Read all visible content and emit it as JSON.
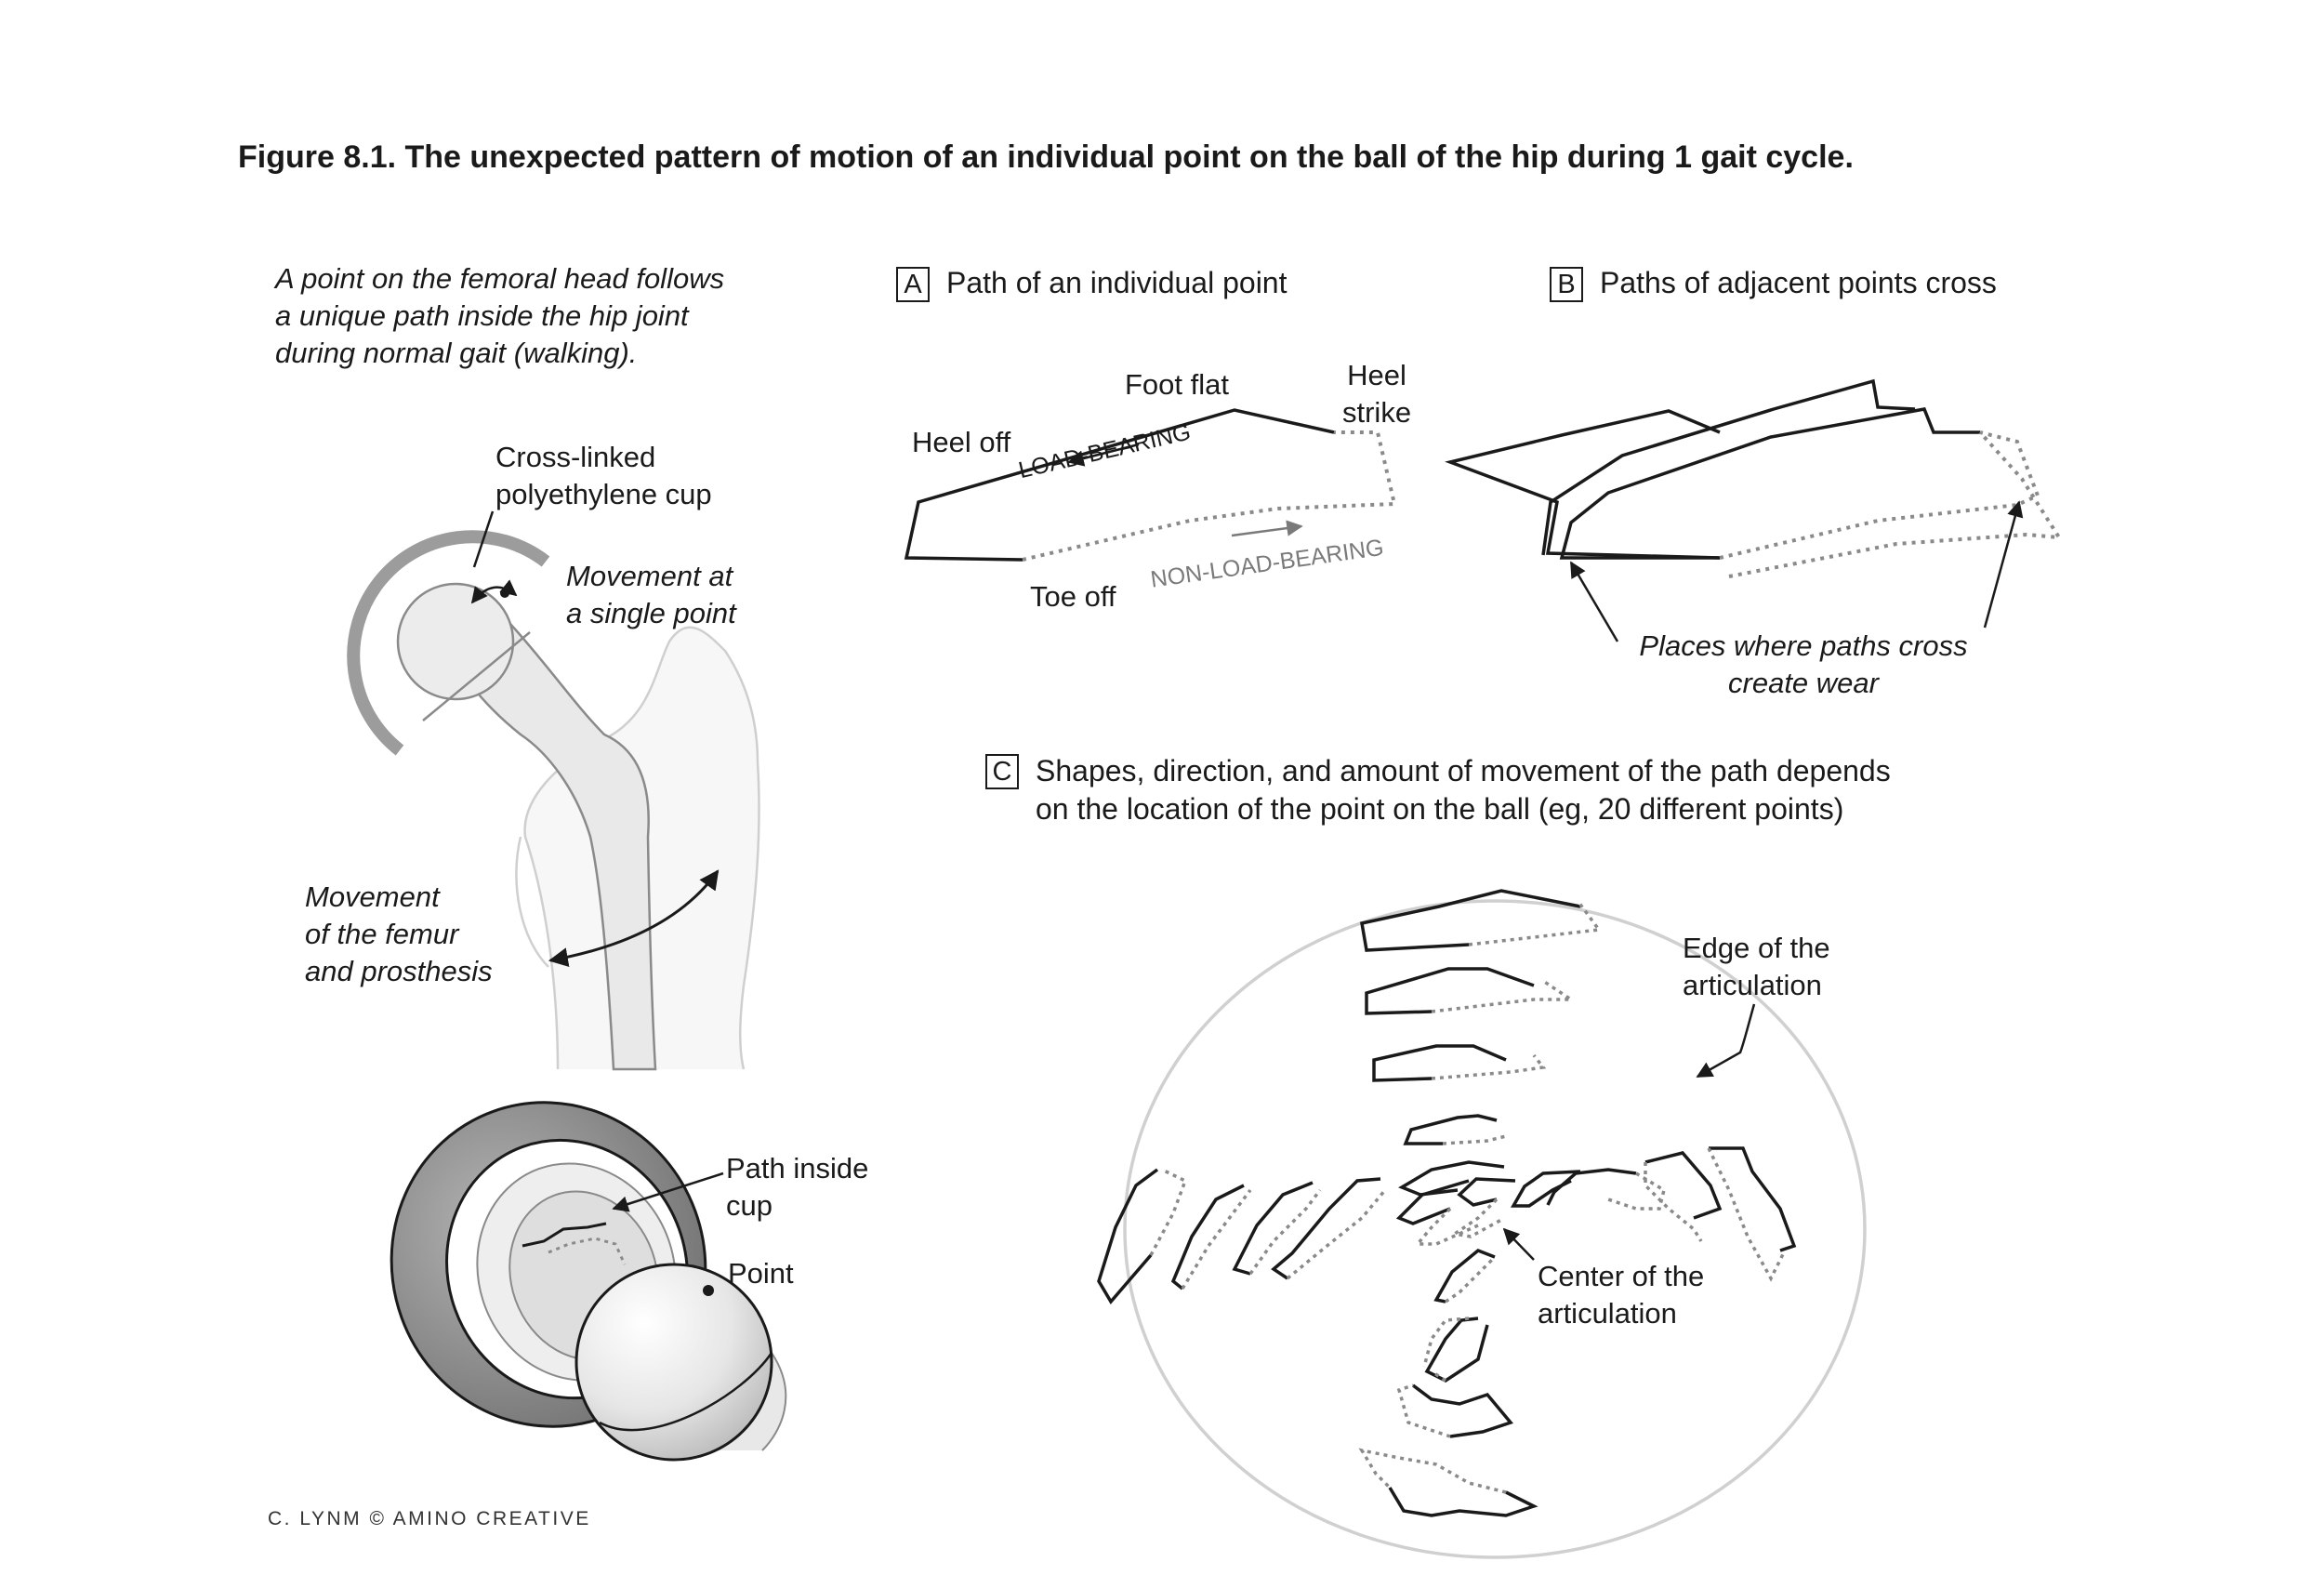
{
  "figure": {
    "title": "Figure 8.1. The unexpected pattern of motion of an individual point on the ball of the hip during 1 gait cycle."
  },
  "left_panel": {
    "intro": [
      "A point on the femoral head follows",
      "a unique path inside the hip joint",
      "during normal gait (walking)."
    ],
    "cup_label": [
      "Cross-linked",
      "polyethylene cup"
    ],
    "single_point_label": [
      "Movement at",
      "a single point"
    ],
    "femur_label": [
      "Movement",
      "of the femur",
      "and prosthesis"
    ],
    "path_inside_label": [
      "Path inside",
      "cup"
    ],
    "point_label": "Point"
  },
  "panel_a": {
    "letter": "A",
    "heading": "Path of an individual point",
    "foot_flat": "Foot flat",
    "heel_strike": [
      "Heel",
      "strike"
    ],
    "heel_off": "Heel off",
    "load_bearing": "LOAD-BEARING",
    "toe_off": "Toe off",
    "non_load_bearing": "NON-LOAD-BEARING"
  },
  "panel_b": {
    "letter": "B",
    "heading": "Paths of adjacent points cross",
    "caption": [
      "Places where paths cross",
      "create wear"
    ]
  },
  "panel_c": {
    "letter": "C",
    "heading": [
      "Shapes, direction, and amount of movement of the path depends",
      "on the location of the point on the ball (eg, 20 different points)"
    ],
    "edge_label": [
      "Edge of the",
      "articulation"
    ],
    "center_label": [
      "Center of the",
      "articulation"
    ]
  },
  "credit": "C. LYNM © AMINO CREATIVE",
  "colors": {
    "ink": "#1a1a1a",
    "dotted": "#8a8a8a",
    "implant_fill": "#e4e4e4",
    "cup_gray": "#9c9c9c"
  }
}
